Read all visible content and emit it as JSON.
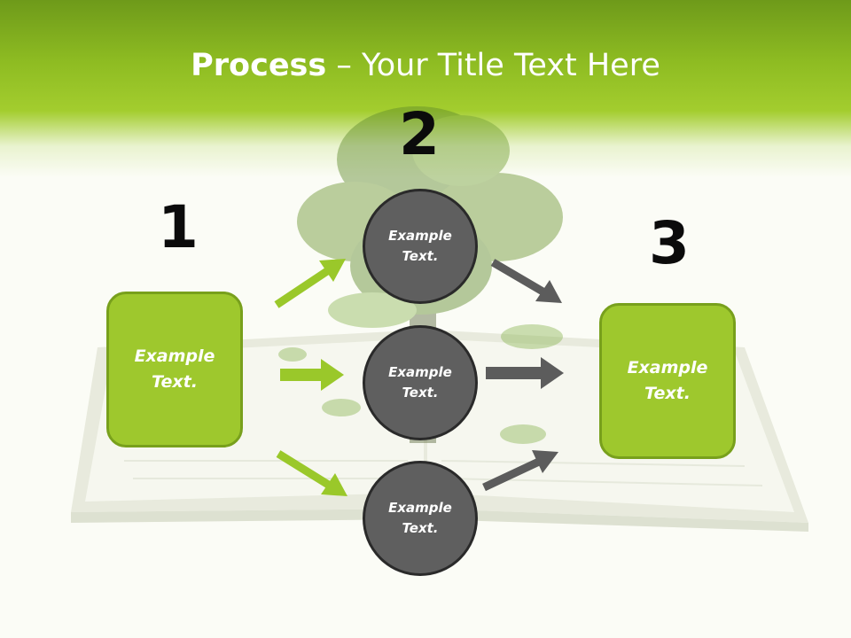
{
  "slide": {
    "title_bold": "Process",
    "title_rest": " – Your Title Text Here"
  },
  "steps": {
    "one": "1",
    "two": "2",
    "three": "3"
  },
  "left_box": {
    "text": "Example\nText."
  },
  "right_box": {
    "text": "Example\nText."
  },
  "circles": [
    {
      "text": "Example\nText."
    },
    {
      "text": "Example\nText."
    },
    {
      "text": "Example\nText."
    }
  ],
  "colors": {
    "accent_green": "#9ec82d",
    "border_green": "#78a01c",
    "circle_gray": "#5f5f5f",
    "arrow_gray": "#5c5c5c"
  }
}
